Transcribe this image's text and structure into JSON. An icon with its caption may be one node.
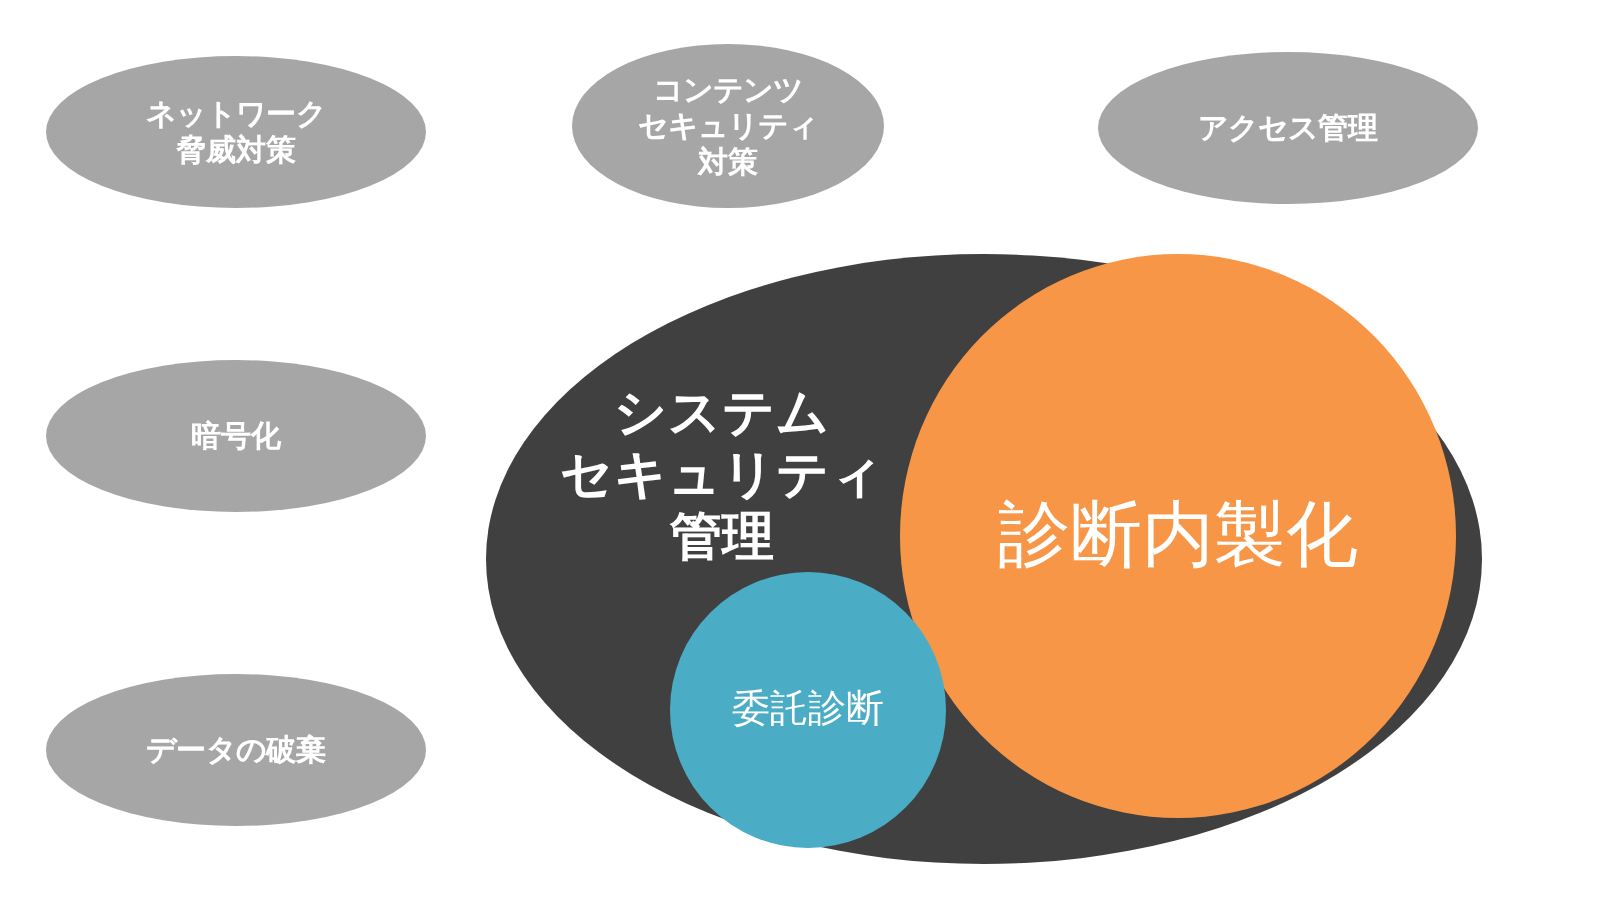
{
  "diagram": {
    "nodes": [
      {
        "text": [
          "ネットワーク脅威対策"
        ]
      },
      {
        "text": [
          "コンテンツセキュリティ対策"
        ]
      },
      {
        "text": [
          "アクセス管理"
        ]
      },
      {
        "text": [
          "暗号化"
        ]
      },
      {
        "text": [
          "データの破棄"
        ]
      },
      {
        "text": [
          "システムセキュリティ管理"
        ]
      },
      {
        "text": [
          "診断内製化"
        ],
        "in": 5
      },
      {
        "text": [
          "委託診断"
        ],
        "in": 5
      }
    ]
  }
}
